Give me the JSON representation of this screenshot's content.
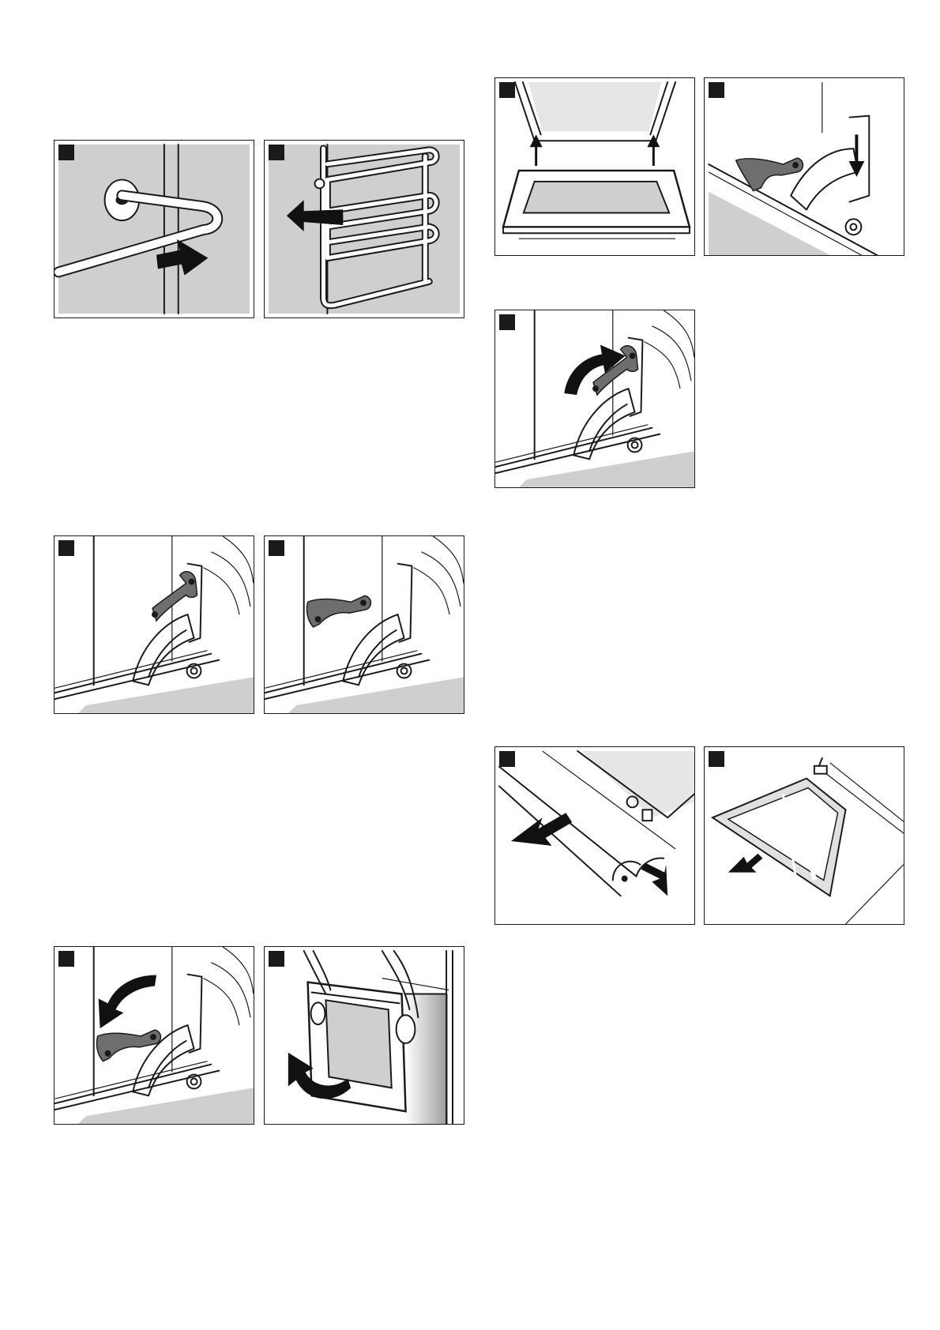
{
  "page": {
    "background": "#ffffff"
  },
  "colors": {
    "line": "#1a1a1a",
    "shade": "#cfcfcf",
    "light_shade": "#e6e6e6",
    "lever": "#6e6e6e"
  },
  "figures": [
    {
      "id": "rail-unhook",
      "marker": "",
      "icon": "rail-hook-arrow-right-icon"
    },
    {
      "id": "rail-remove",
      "marker": "",
      "icon": "shelf-rail-arrow-left-icon"
    },
    {
      "id": "hinge-lever-up",
      "marker": "",
      "icon": "hinge-lever-up-icon"
    },
    {
      "id": "hinge-lever-down",
      "marker": "",
      "icon": "hinge-lever-down-icon"
    },
    {
      "id": "hinge-lever-rotate-down",
      "marker": "",
      "icon": "hinge-rotate-down-arrow-icon"
    },
    {
      "id": "door-lift-off",
      "marker": "",
      "icon": "door-lift-hands-icon"
    },
    {
      "id": "door-glass-lift",
      "marker": "",
      "icon": "door-glass-up-arrows-icon"
    },
    {
      "id": "hinge-push-down",
      "marker": "",
      "icon": "hinge-push-down-arrow-icon"
    },
    {
      "id": "hinge-lever-rotate-up",
      "marker": "",
      "icon": "hinge-rotate-up-arrow-icon"
    },
    {
      "id": "door-cover-remove",
      "marker": "",
      "icon": "cover-screw-press-arrow-icon"
    },
    {
      "id": "glass-pane-remove",
      "marker": "",
      "icon": "glass-pane-slide-arrow-icon"
    }
  ]
}
